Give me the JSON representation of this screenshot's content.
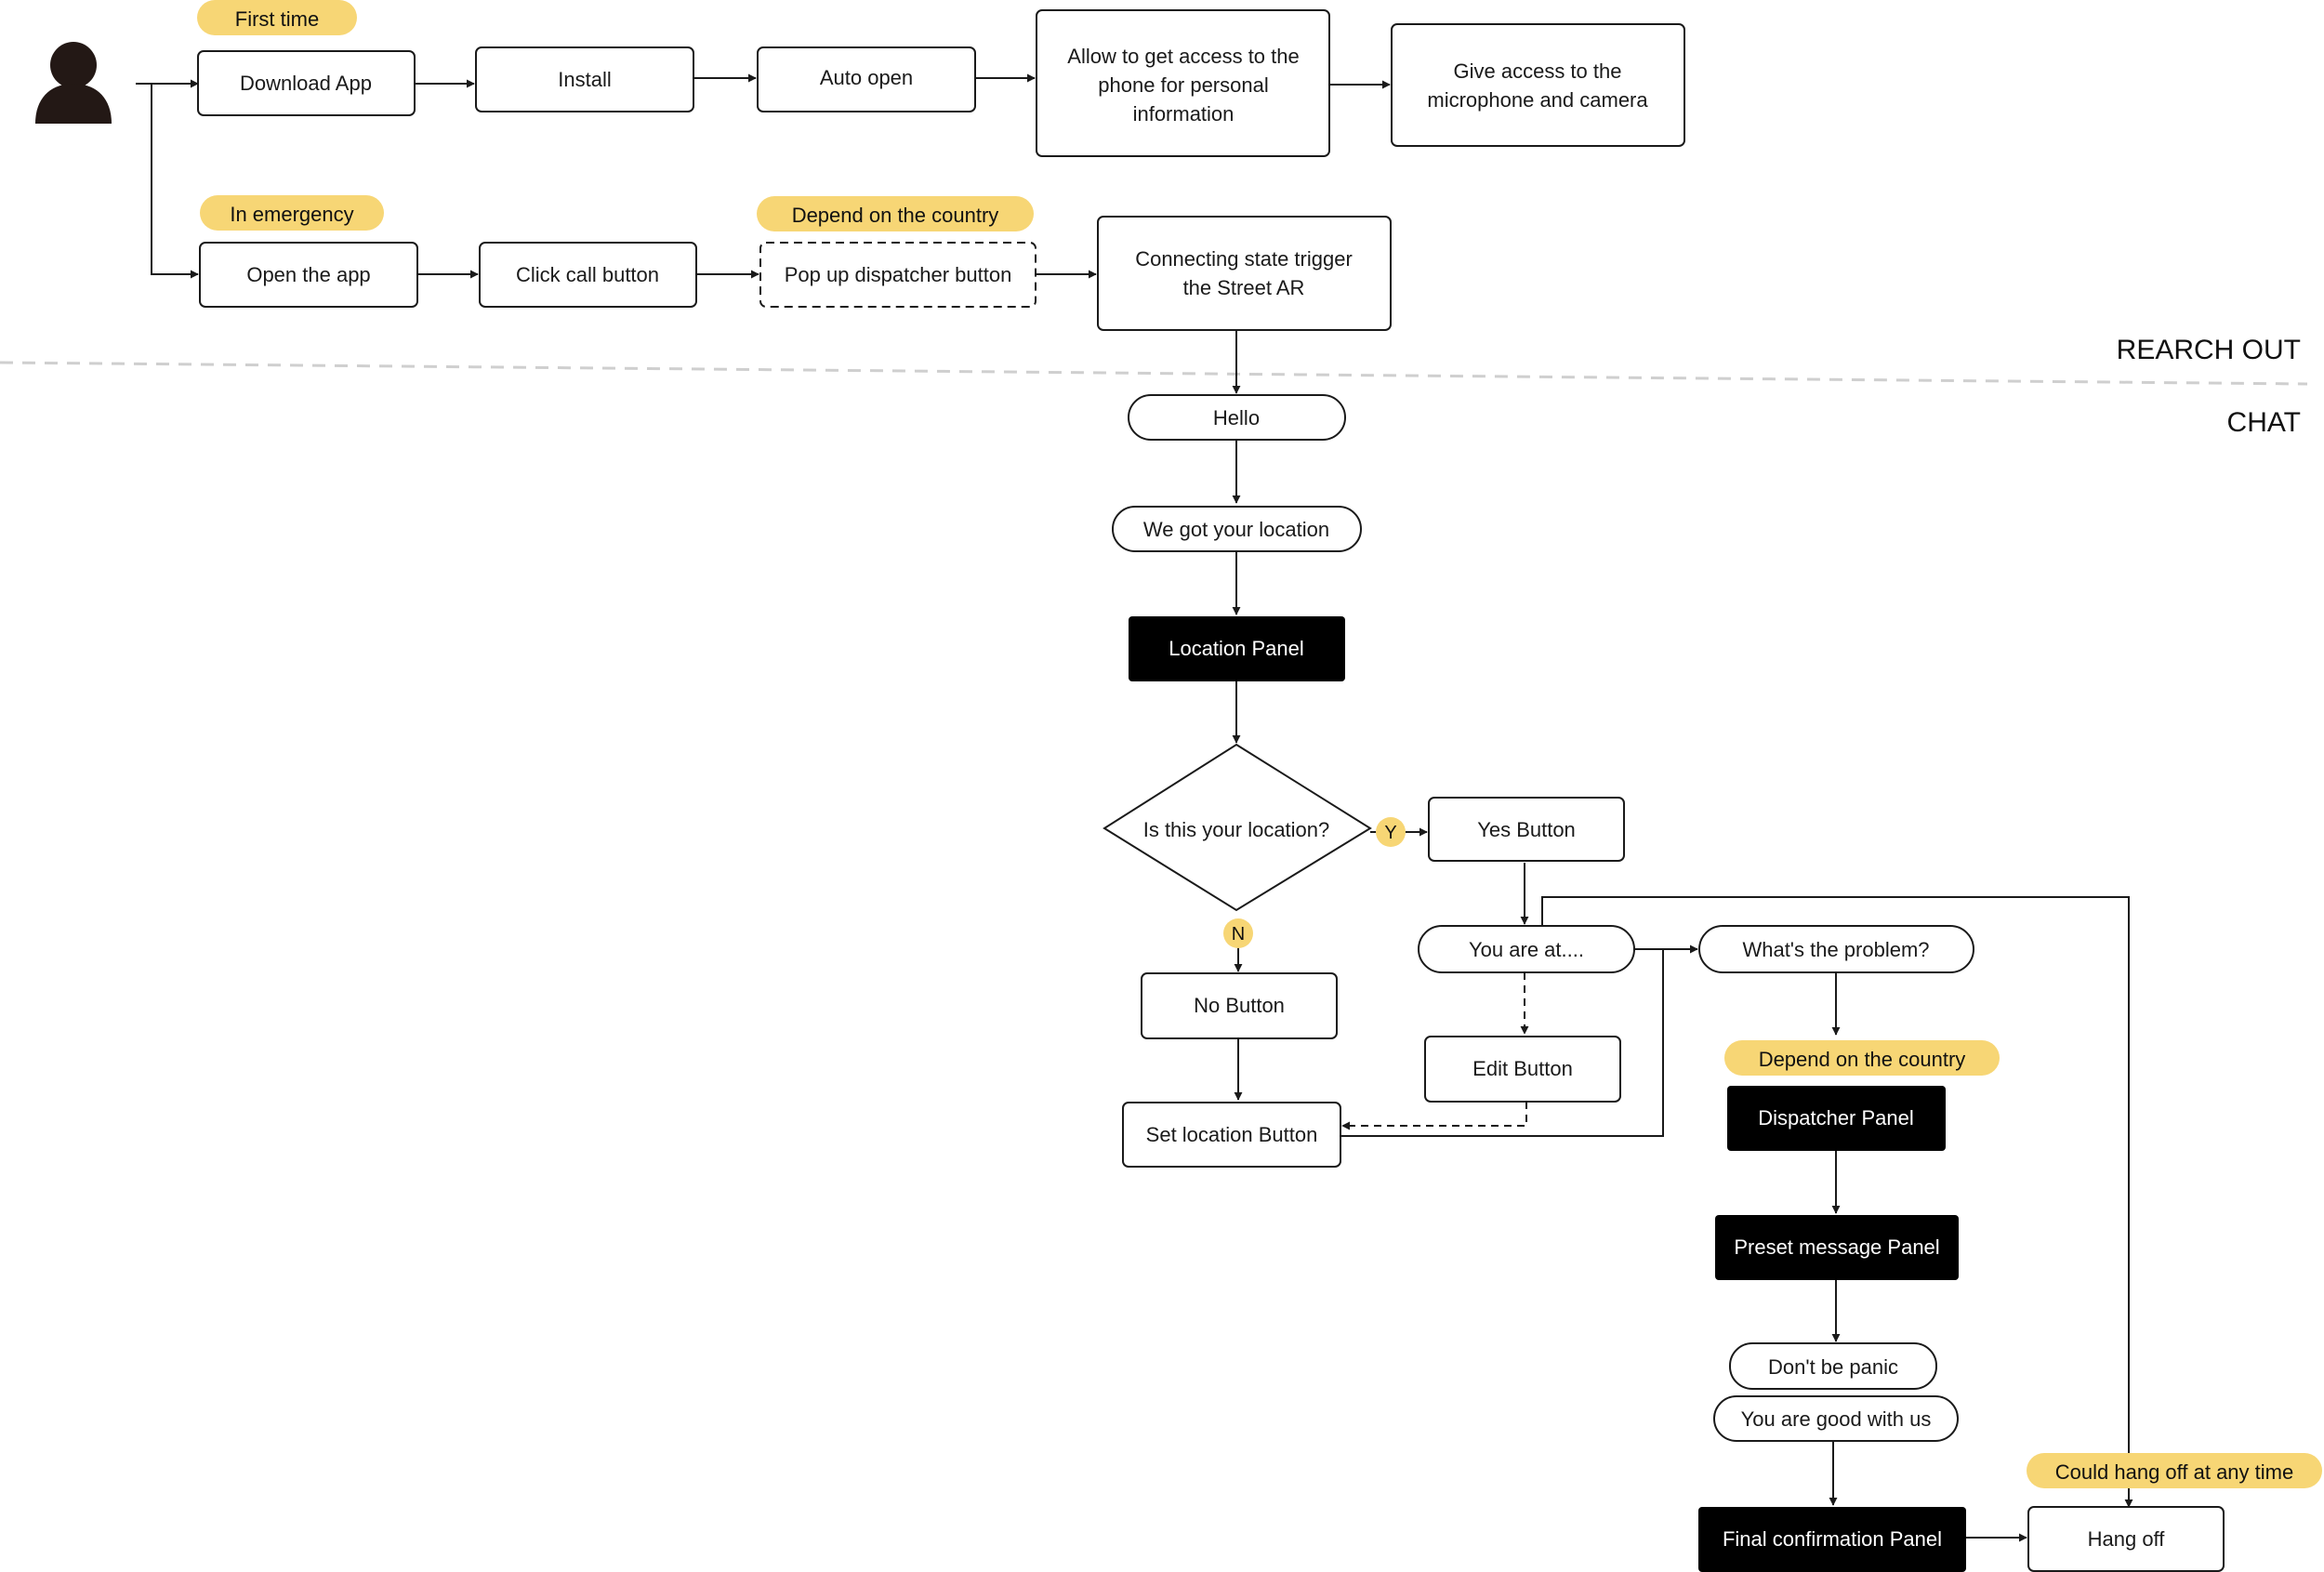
{
  "colors": {
    "tag_fill": "#F7D675",
    "box_stroke": "#1a1a1a",
    "panel_fill": "#000000",
    "divider": "#cfcfcf"
  },
  "icons": {
    "user": "person-icon"
  },
  "sections": {
    "reach_out": "REARCH OUT",
    "chat": "CHAT"
  },
  "tags": {
    "first_time": "First time",
    "in_emergency": "In emergency",
    "depend_country_top": "Depend on the country",
    "depend_country_chat": "Depend on the country",
    "hang_off_any_time": "Could hang off at any time"
  },
  "nodes": {
    "download_app": "Download App",
    "install": "Install",
    "auto_open": "Auto open",
    "allow_access": [
      "Allow to get access to the",
      "phone for personal",
      "information"
    ],
    "give_access": [
      "Give access to the",
      "microphone and camera"
    ],
    "open_app": "Open the app",
    "click_call": "Click call button",
    "popup_dispatcher": "Pop up dispatcher button",
    "connecting_state": [
      "Connecting state trigger",
      "the Street AR"
    ],
    "hello": "Hello",
    "got_location": "We got your location",
    "location_panel": "Location Panel",
    "is_location": "Is this your location?",
    "yes_button": "Yes Button",
    "no_button": "No Button",
    "you_are_at": "You are at....",
    "edit_button": "Edit Button",
    "set_location": "Set location Button",
    "whats_problem": "What's the problem?",
    "dispatcher_panel": "Dispatcher Panel",
    "preset_panel": "Preset message Panel",
    "dont_panic": "Don't be panic",
    "good_with_us": "You are good with us",
    "final_panel": "Final confirmation Panel",
    "hang_off": "Hang off"
  },
  "decisions": {
    "yes": "Y",
    "no": "N"
  }
}
